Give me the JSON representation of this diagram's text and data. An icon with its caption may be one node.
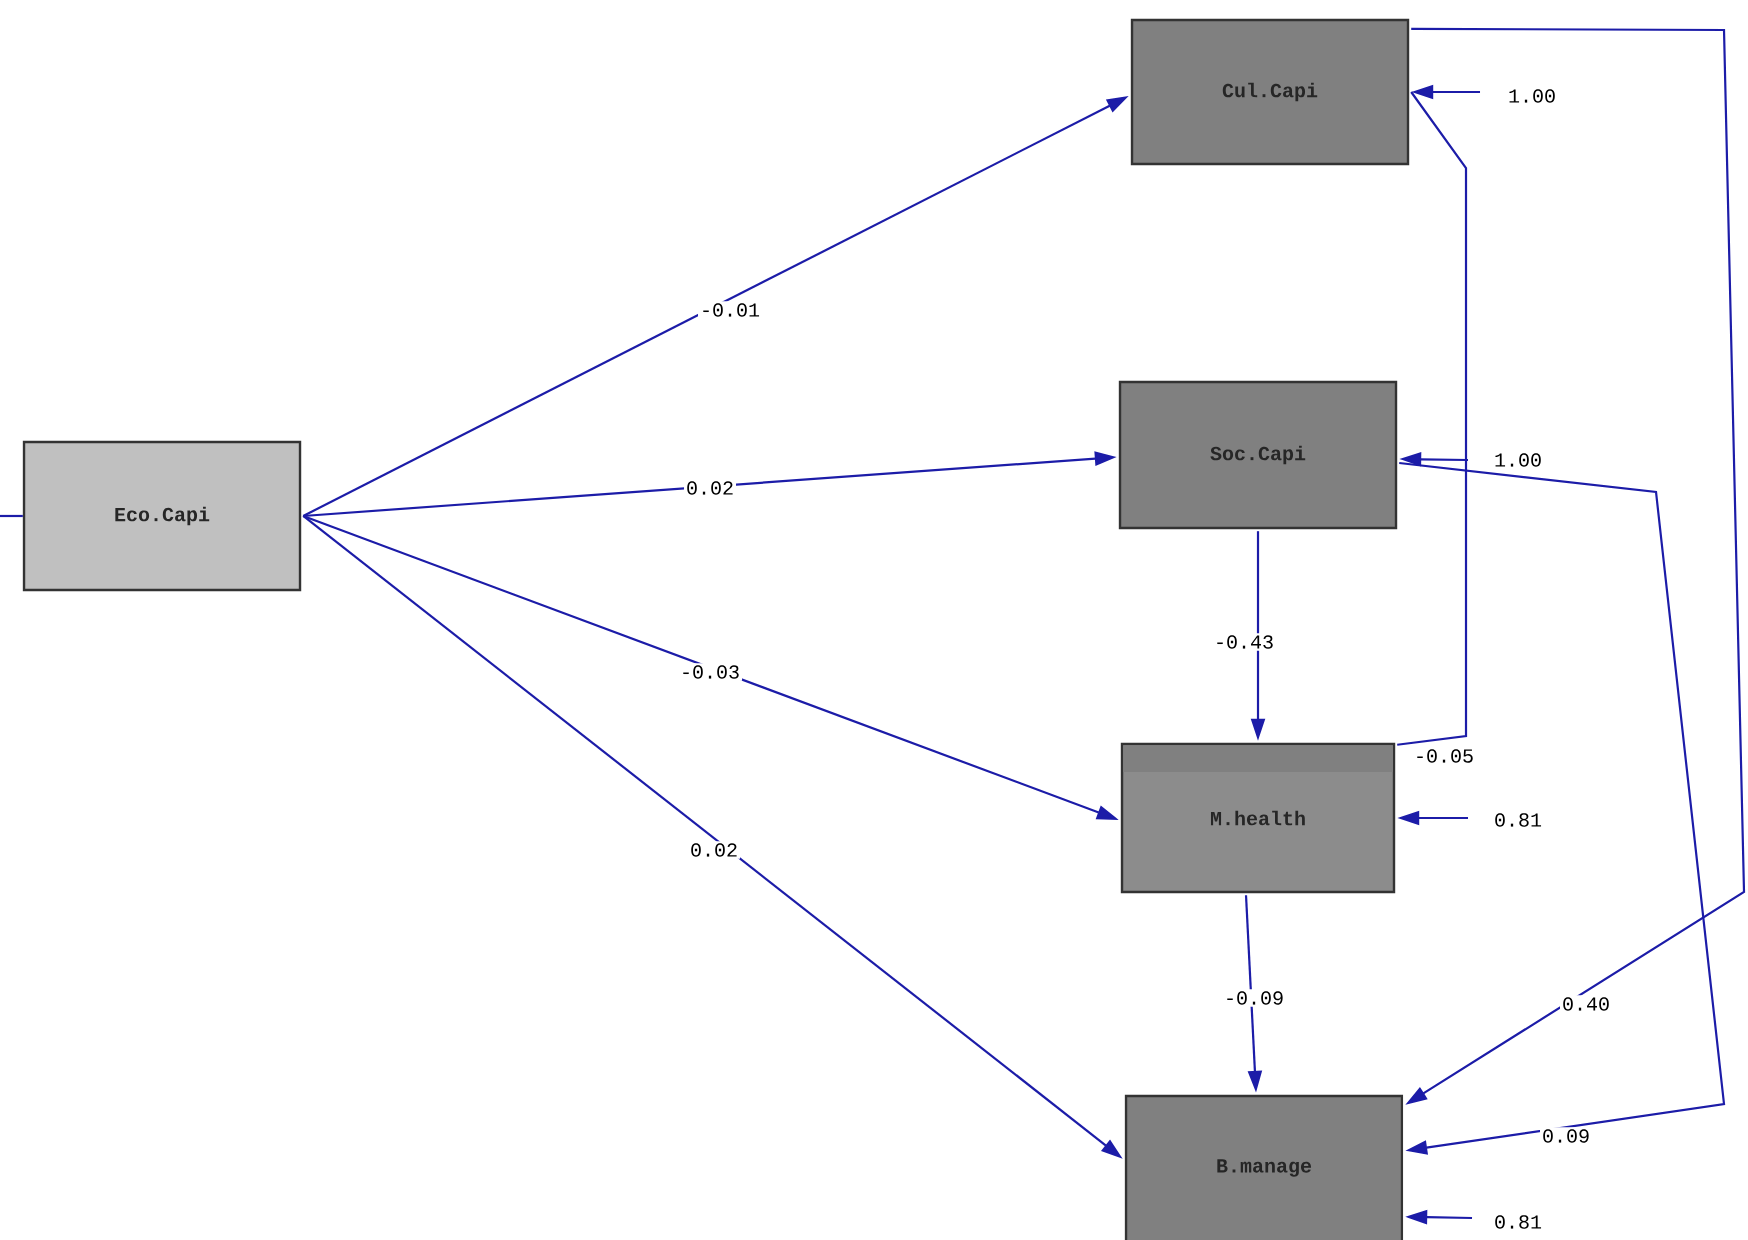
{
  "diagram": {
    "nodes": [
      {
        "text": [
          "Eco.Capi"
        ]
      },
      {
        "text": [
          "Cul.Capi"
        ]
      },
      {
        "text": [
          "Soc.Capi"
        ]
      },
      {
        "text": [
          "M.health"
        ]
      },
      {
        "text": [
          "B.manage"
        ]
      }
    ],
    "edges": [
      {
        "from": null,
        "to": 0,
        "arrow": "none"
      },
      {
        "from": 0,
        "to": 1,
        "arrow": "to",
        "label": "-0.01"
      },
      {
        "from": 0,
        "to": 2,
        "arrow": "to",
        "label": "0.02"
      },
      {
        "from": 0,
        "to": 3,
        "arrow": "to",
        "label": "-0.03"
      },
      {
        "from": 0,
        "to": 4,
        "arrow": "to",
        "label": "0.02"
      },
      {
        "from": 1,
        "to": 3,
        "arrow": "none",
        "label": "-0.05"
      },
      {
        "from": 1,
        "to": 4,
        "arrow": "to",
        "label": "0.40"
      },
      {
        "from": 2,
        "to": 3,
        "arrow": "to",
        "label": "-0.43"
      },
      {
        "from": 2,
        "to": 4,
        "arrow": "to",
        "label": "0.09"
      },
      {
        "from": 3,
        "to": 4,
        "arrow": "to",
        "label": "-0.09"
      },
      {
        "from": null,
        "to": 1,
        "arrow": "to",
        "label": "1.00"
      },
      {
        "from": null,
        "to": 2,
        "arrow": "to",
        "label": "1.00"
      },
      {
        "from": null,
        "to": 3,
        "arrow": "to",
        "label": "0.81"
      },
      {
        "from": null,
        "to": 4,
        "arrow": "to",
        "label": "0.81"
      }
    ]
  }
}
